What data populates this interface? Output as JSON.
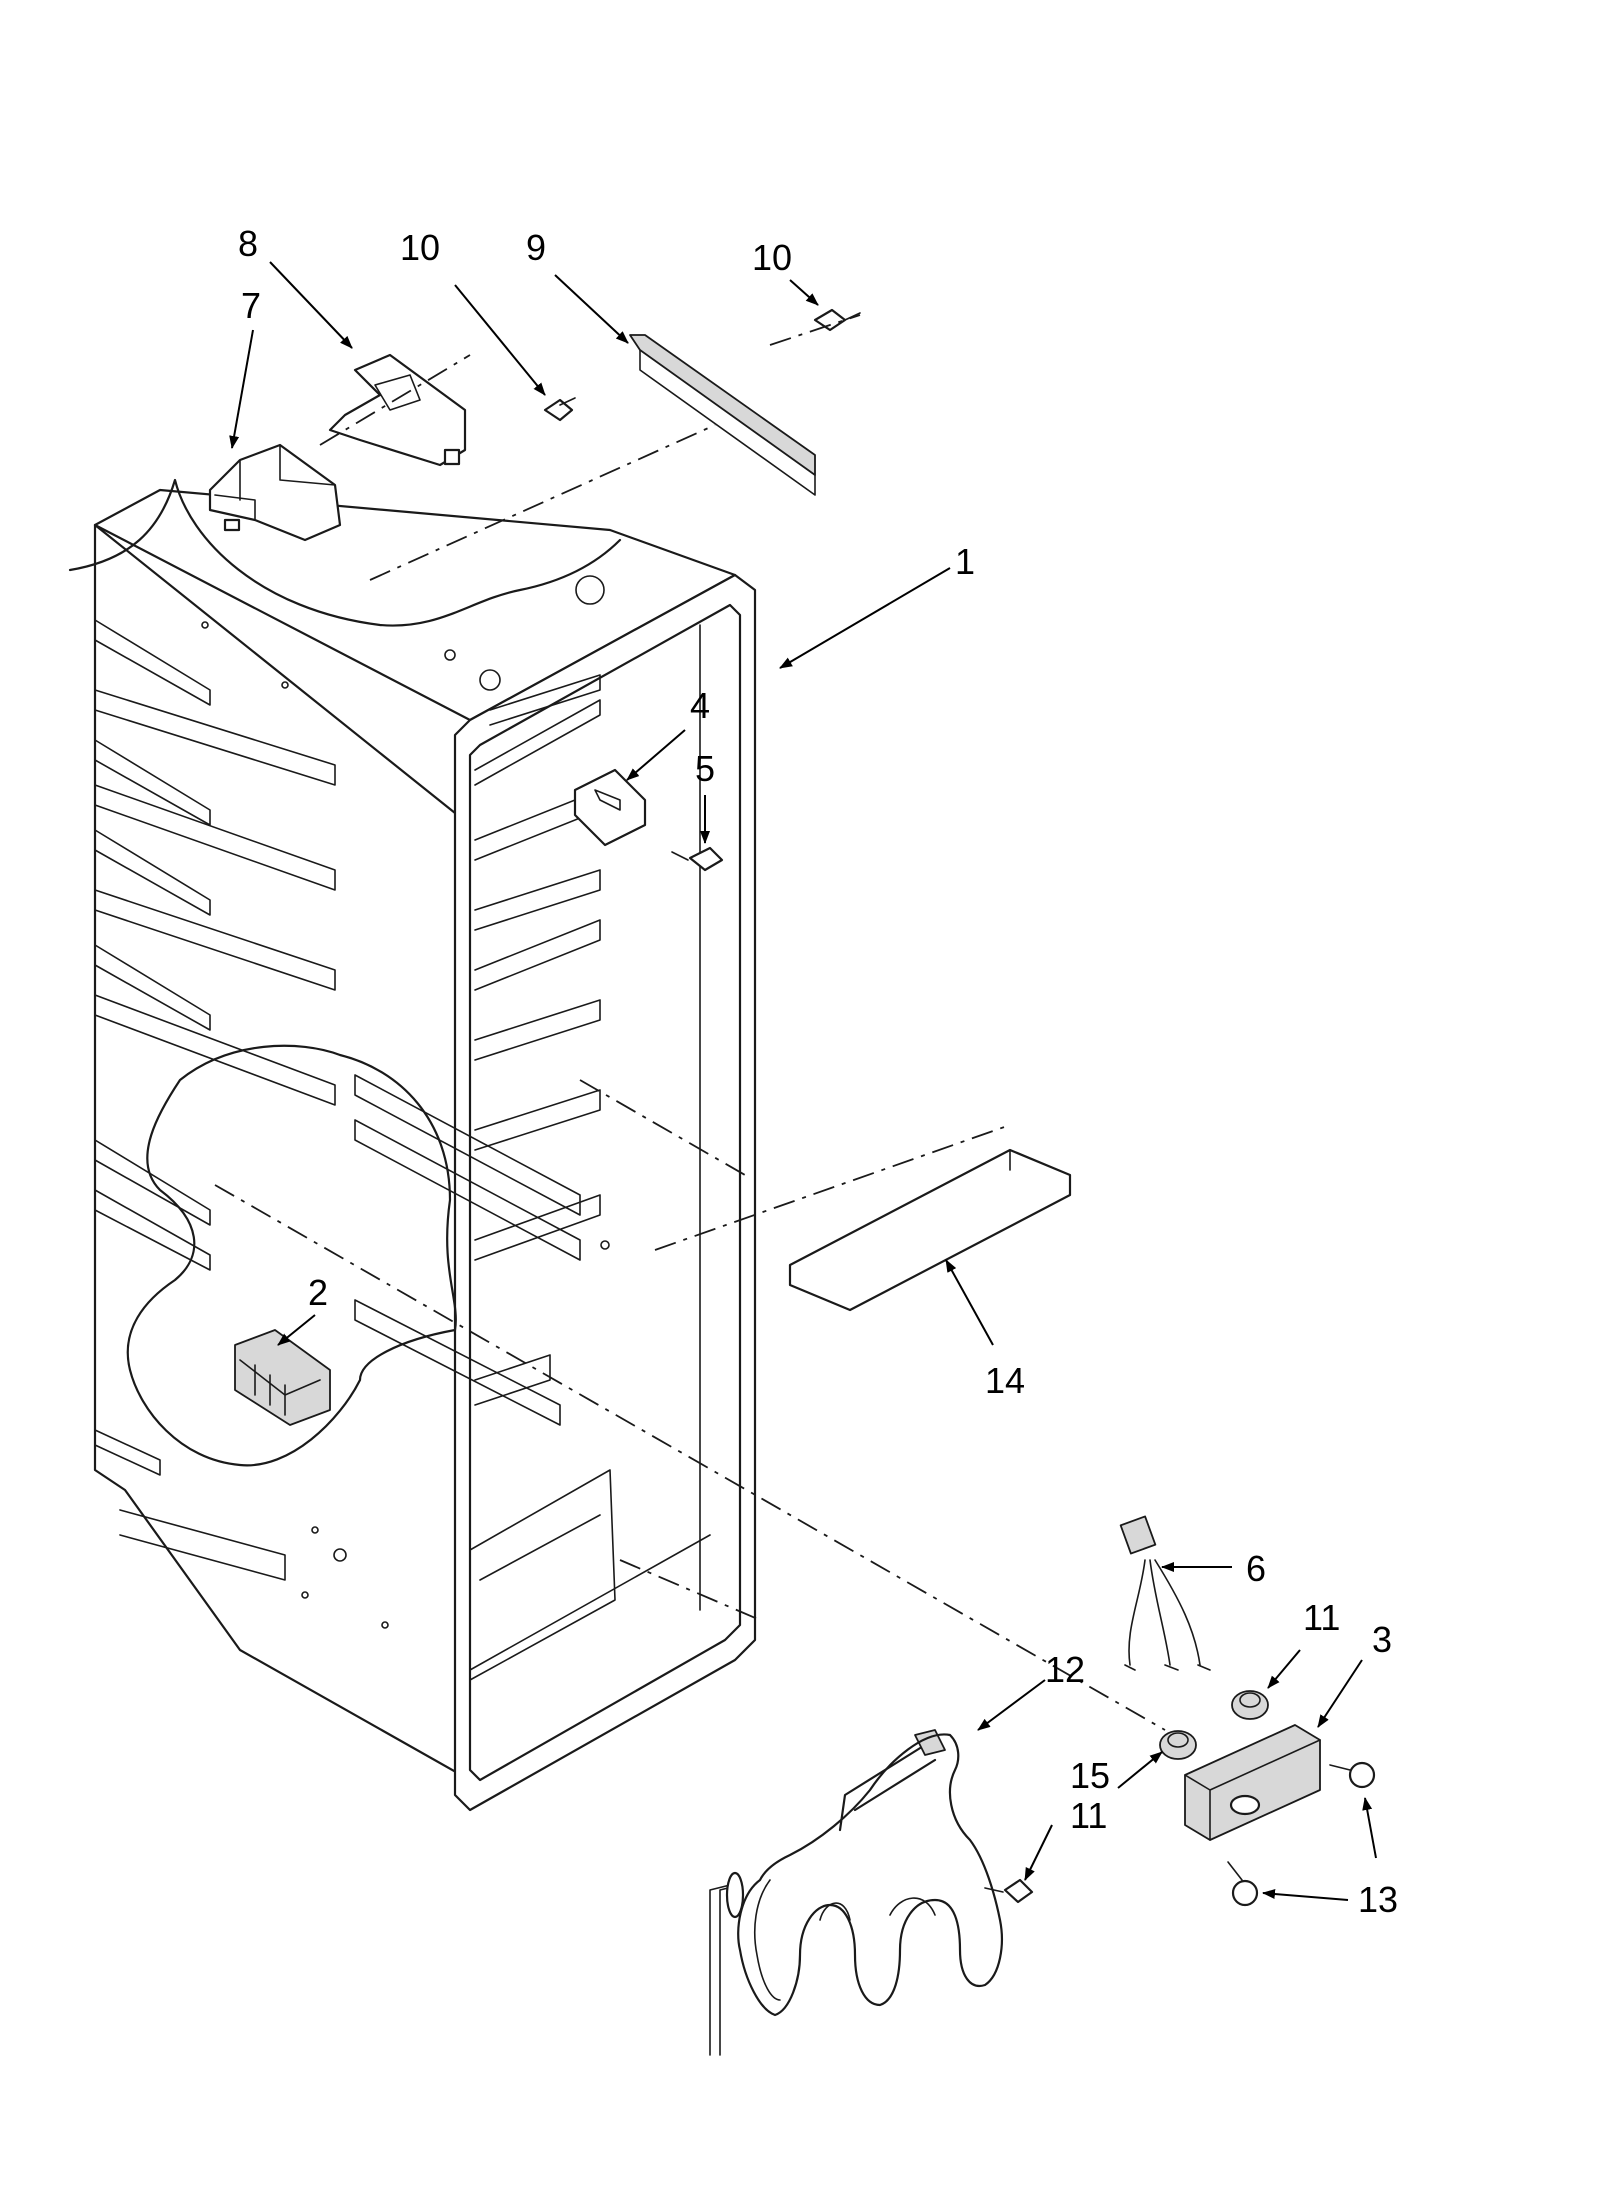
{
  "callouts": {
    "c1": "1",
    "c2": "2",
    "c3": "3",
    "c4": "4",
    "c5": "5",
    "c6": "6",
    "c7": "7",
    "c8": "8",
    "c9": "9",
    "c10a": "10",
    "c10b": "10",
    "c11a": "11",
    "c11b": "11",
    "c12": "12",
    "c13": "13",
    "c14": "14",
    "c15": "15"
  }
}
